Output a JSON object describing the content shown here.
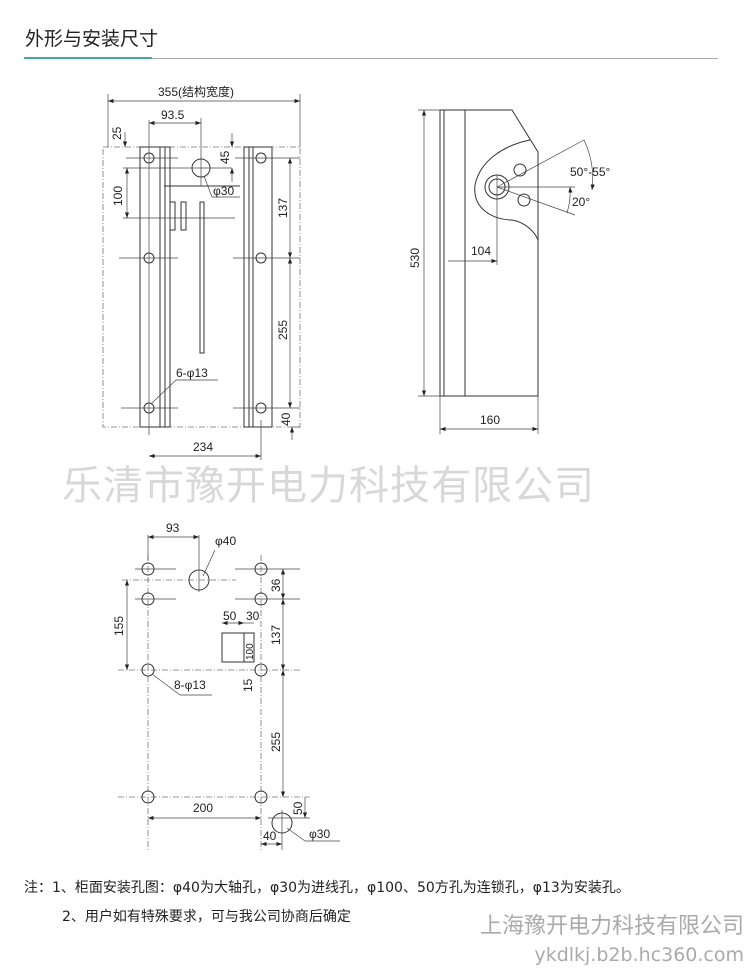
{
  "header": {
    "title": "外形与安装尺寸",
    "accent_color": "#4aa79a"
  },
  "front_view": {
    "width_label": "355(结构宽度)",
    "offset_label": "93.5",
    "top_label": "25",
    "shaft_gap_label": "45",
    "hole_label": "φ30",
    "spacing_label": "100",
    "right_upper": "137",
    "right_lower": "255",
    "bottom_label": "40",
    "holes_label": "6-φ13",
    "rail_span": "234"
  },
  "side_view": {
    "height_label": "530",
    "shaft_offset": "104",
    "depth_label": "160",
    "angle_upper": "50°-55°",
    "angle_lower": "20°"
  },
  "watermark": "乐清市豫开电力科技有限公司",
  "panel_view": {
    "shaft_offset": "93",
    "shaft_hole": "φ40",
    "vertical_155": "155",
    "gap_36": "36",
    "gap_137": "137",
    "sq_50": "50",
    "sq_30": "30",
    "sq_100": "100",
    "gap_15": "15",
    "holes_label": "8-φ13",
    "gap_255": "255",
    "span_200": "200",
    "cable_50": "50",
    "cable_40": "40",
    "cable_hole": "φ30"
  },
  "notes": [
    "注：1、柜面安装孔图：φ40为大轴孔，φ30为进线孔，φ100、50方孔为连锁孔，φ13为安装孔。",
    "2、用户如有特殊要求，可与我公司协商后确定"
  ],
  "footer": {
    "company": "上海豫开电力科技有限公司",
    "site": "ykdlkj.b2b.hc360.com"
  }
}
